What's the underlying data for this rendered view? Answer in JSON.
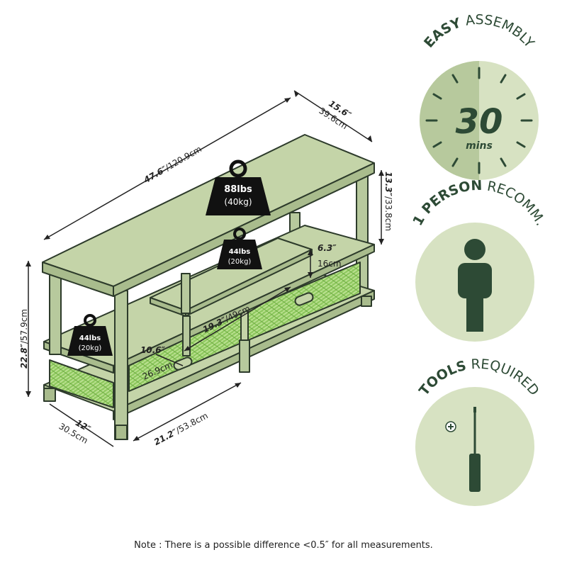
{
  "dimensions": {
    "width": {
      "in": "47.6″",
      "cm": "/120.9cm"
    },
    "depth": {
      "in": "15.6″",
      "cm": "39.6cm"
    },
    "upper_height": {
      "in": "13.3″",
      "cm": "/33.8cm"
    },
    "total_height": {
      "in": "22.8″",
      "cm": "/57.9cm"
    },
    "base_depth": {
      "in": "12″",
      "cm": "30.5cm"
    },
    "bottom_width": {
      "in": "21.2″",
      "cm": "/53.8cm"
    },
    "inner_width": {
      "in": "19.3″",
      "cm": "/49cm"
    },
    "drawer_depth": {
      "in": "10.6″",
      "cm": "26.9cm"
    },
    "middle_gap": {
      "in": "6.3″",
      "cm": "16cm"
    }
  },
  "weights": {
    "top": {
      "lbs": "88lbs",
      "kg": "(40kg)"
    },
    "middle": {
      "lbs": "44lbs",
      "kg": "(20kg)"
    },
    "bottom": {
      "lbs": "44lbs",
      "kg": "(20kg)"
    }
  },
  "badges": {
    "assembly": {
      "bold": "EASY",
      "regular": " ASSEMBLY",
      "value": "30",
      "unit": "mins"
    },
    "person": {
      "bold": "1 PERSON",
      "regular": " RECOMM."
    },
    "tools": {
      "bold": "TOOLS",
      "regular": " REQUIRED"
    }
  },
  "note": "Note : There is a possible difference <0.5″ for all measurements.",
  "colors": {
    "panel": "#c4d4a8",
    "outline": "#2d3b2b",
    "basket": "#8ec85e",
    "badge_light": "#d7e2c2",
    "badge_mid": "#b7c99d",
    "icon_dark": "#2d4a35"
  }
}
